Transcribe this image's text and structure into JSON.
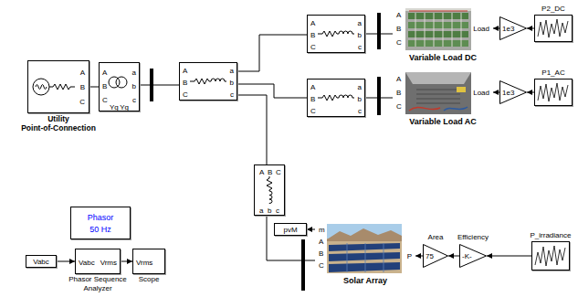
{
  "diagram": {
    "nodes": [
      {
        "text": [
          "A",
          "B",
          "C",
          "Utility Point-of-Connection"
        ]
      },
      {
        "text": [
          "A",
          "B",
          "C",
          "Yg",
          "Yg",
          "a",
          "b",
          "c"
        ]
      },
      {
        "text": [
          "A",
          "B",
          "C",
          "a",
          "b",
          "c"
        ]
      },
      {
        "text": [
          "A",
          "B",
          "C",
          "a",
          "b",
          "c"
        ]
      },
      {
        "text": [
          "A",
          "B",
          "C",
          "Load",
          "Variable Load DC"
        ]
      },
      {
        "text": [
          "1e3"
        ]
      },
      {
        "text": [
          "P2_DC"
        ]
      },
      {
        "text": [
          "A",
          "B",
          "C",
          "a",
          "b",
          "c"
        ]
      },
      {
        "text": [
          "A",
          "B",
          "C",
          "Load",
          "Variable Load AC"
        ]
      },
      {
        "text": [
          "1e3"
        ]
      },
      {
        "text": [
          "P1_AC"
        ]
      },
      {
        "text": [
          "Phasor",
          "50 Hz"
        ]
      },
      {
        "text": [
          "A",
          "B",
          "C",
          "a",
          "b",
          "c"
        ]
      },
      {
        "text": [
          "pvM"
        ]
      },
      {
        "text": [
          "m",
          "A",
          "B",
          "C",
          "P",
          "Solar Array"
        ]
      },
      {
        "text": [
          "75",
          "Area"
        ]
      },
      {
        "text": [
          "-K-",
          "Efficiency"
        ]
      },
      {
        "text": [
          "P_irradiance"
        ]
      },
      {
        "text": [
          "Vabc"
        ]
      },
      {
        "text": [
          "Vabc",
          "Vrms",
          "Phasor Sequence Analyzer"
        ]
      },
      {
        "text": [
          "Vrms",
          "Scope"
        ]
      }
    ],
    "edges": [
      {
        "from": 0,
        "to": 1,
        "arrow": "none"
      },
      {
        "from": 1,
        "to": 2,
        "arrow": "none"
      },
      {
        "from": 2,
        "to": 3,
        "arrow": "none"
      },
      {
        "from": 2,
        "to": 7,
        "arrow": "none"
      },
      {
        "from": 2,
        "to": 12,
        "arrow": "none"
      },
      {
        "from": 3,
        "to": 4,
        "arrow": "none"
      },
      {
        "from": 7,
        "to": 8,
        "arrow": "none"
      },
      {
        "from": 12,
        "to": 14,
        "arrow": "none"
      },
      {
        "from": 6,
        "to": 5,
        "arrow": "to"
      },
      {
        "from": 5,
        "to": 4,
        "arrow": "to"
      },
      {
        "from": 10,
        "to": 9,
        "arrow": "to"
      },
      {
        "from": 9,
        "to": 8,
        "arrow": "to"
      },
      {
        "from": 17,
        "to": 16,
        "arrow": "to"
      },
      {
        "from": 16,
        "to": 15,
        "arrow": "to"
      },
      {
        "from": 15,
        "to": 14,
        "arrow": "to"
      },
      {
        "from": 14,
        "to": 13,
        "arrow": "to"
      },
      {
        "from": 18,
        "to": 19,
        "arrow": "to"
      },
      {
        "from": 19,
        "to": 20,
        "arrow": "to"
      }
    ]
  }
}
